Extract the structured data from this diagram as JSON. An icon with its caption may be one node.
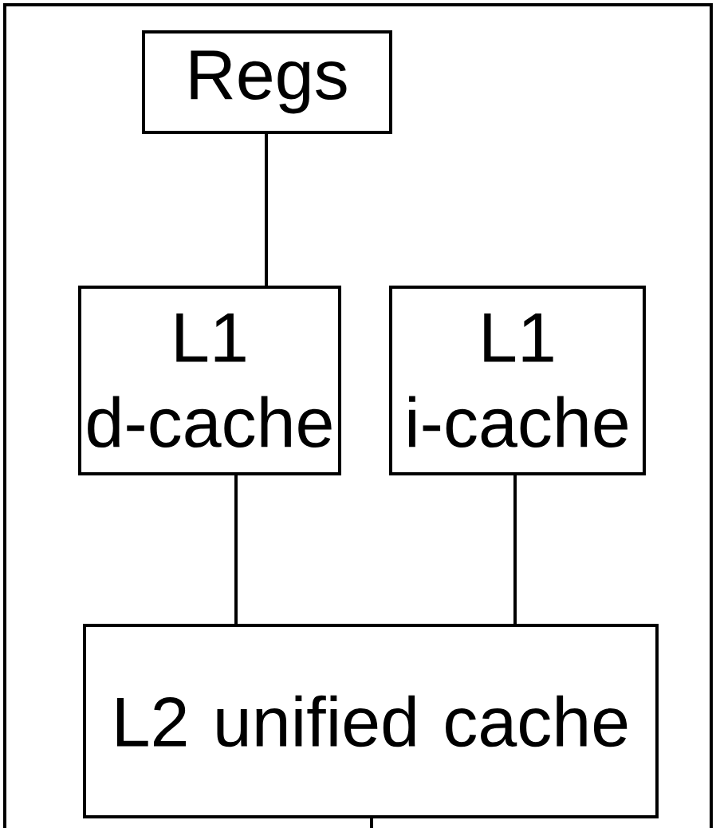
{
  "diagram": {
    "nodes": [
      {
        "text": [],
        "shape": "box"
      },
      {
        "text": [
          "Regs"
        ],
        "in": 0
      },
      {
        "text": [
          "L1 d-cache"
        ],
        "in": 0
      },
      {
        "text": [
          "L1 i-cache"
        ],
        "in": 0
      },
      {
        "text": [
          "L2 unified cache"
        ],
        "in": 0
      }
    ],
    "edges": [
      {
        "from": 1,
        "to": 2,
        "arrow": "none"
      },
      {
        "from": 2,
        "to": 4,
        "arrow": "none"
      },
      {
        "from": 3,
        "to": 4,
        "arrow": "none"
      },
      {
        "from": 4,
        "to": null,
        "arrow": "none"
      }
    ]
  }
}
